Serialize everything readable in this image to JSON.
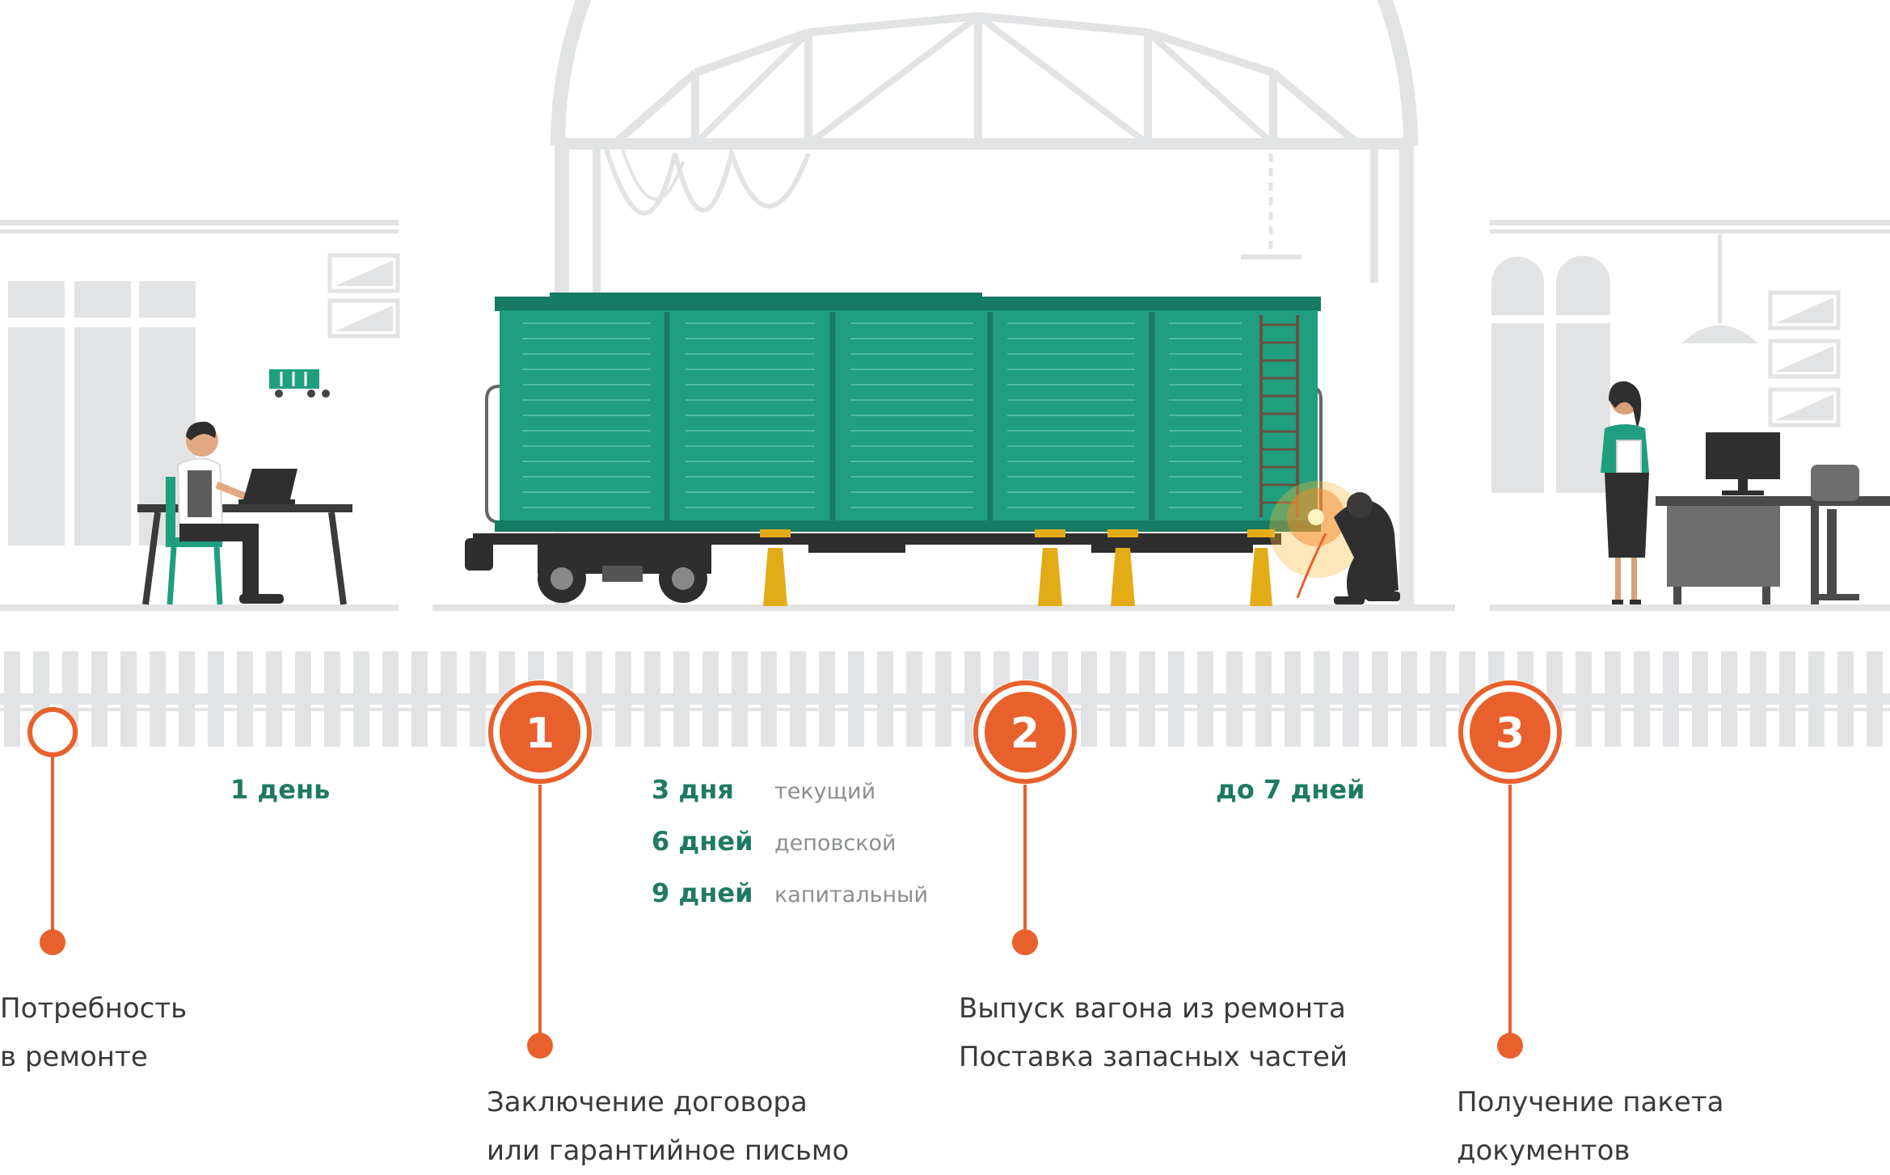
{
  "colors": {
    "accent": "#e8602c",
    "duration_text": "#1f7a63",
    "wagon": "#1f9e80",
    "background_art": "#e2e3e4",
    "support": "#e3ac16"
  },
  "steps": [
    {
      "number": "",
      "caption_line1": "Потребность",
      "caption_line2": "в ремонте"
    },
    {
      "number": "1",
      "caption_line1": "Заключение договора",
      "caption_line2": "или гарантийное письмо"
    },
    {
      "number": "2",
      "caption_line1": "Выпуск вагона из ремонта",
      "caption_line2": "Поставка запасных частей"
    },
    {
      "number": "3",
      "caption_line1": "Получение пакета",
      "caption_line2": "документов"
    }
  ],
  "durations": {
    "first": "1 день",
    "repair": [
      {
        "days": "3 дня",
        "type": "текущий"
      },
      {
        "days": "6 дней",
        "type": "деповской"
      },
      {
        "days": "9 дней",
        "type": "капитальный"
      }
    ],
    "last": "до 7 дней"
  },
  "icons": {
    "office_worker": "man-at-laptop-icon",
    "welder": "welder-icon",
    "clerk": "woman-with-documents-icon",
    "freight_wagon": "boxcar-icon",
    "track": "railway-track-icon"
  }
}
